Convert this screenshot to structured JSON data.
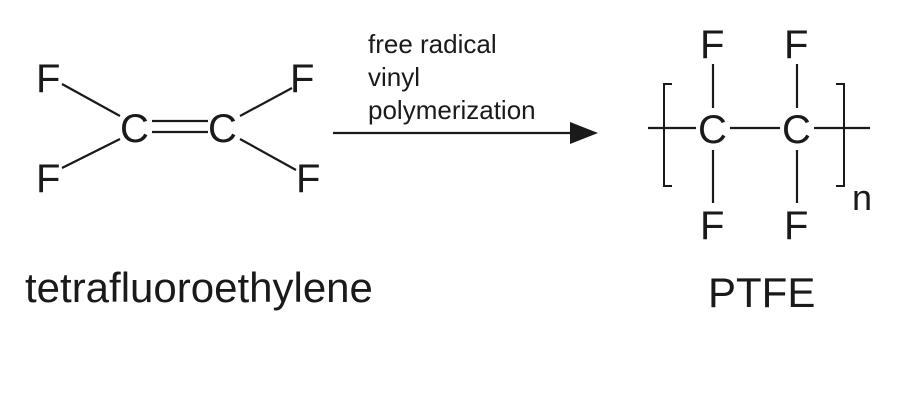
{
  "reactant": {
    "atoms": {
      "f_top_left": "F",
      "f_bottom_left": "F",
      "c_left": "C",
      "c_right": "C",
      "f_top_right": "F",
      "f_bottom_right": "F"
    },
    "name": "tetrafluoroethylene"
  },
  "reaction": {
    "conditions": [
      "free radical",
      "vinyl",
      "polymerization"
    ]
  },
  "product": {
    "atoms": {
      "f_top_1": "F",
      "f_top_2": "F",
      "c_1": "C",
      "c_2": "C",
      "f_bottom_1": "F",
      "f_bottom_2": "F"
    },
    "subscript": "n",
    "name": "PTFE"
  }
}
